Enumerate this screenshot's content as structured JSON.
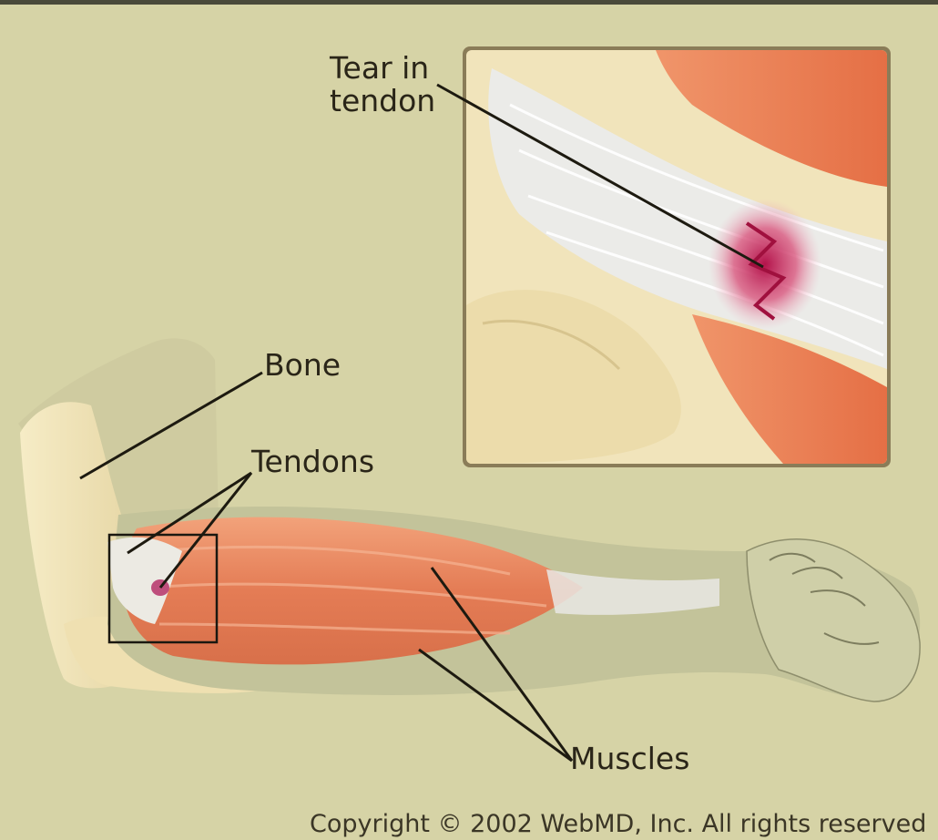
{
  "labels": {
    "tear_line1": "Tear in",
    "tear_line2": "tendon",
    "bone": "Bone",
    "tendons": "Tendons",
    "muscles": "Muscles"
  },
  "copyright": "Copyright © 2002 WebMD, Inc. All rights reserved",
  "colors": {
    "background": "#d6d3a6",
    "muscle": "#e8875f",
    "tendon": "#e9e8e4",
    "bone": "#efe3b8",
    "tear": "#c4265a",
    "leader_line": "#1d1a10"
  }
}
